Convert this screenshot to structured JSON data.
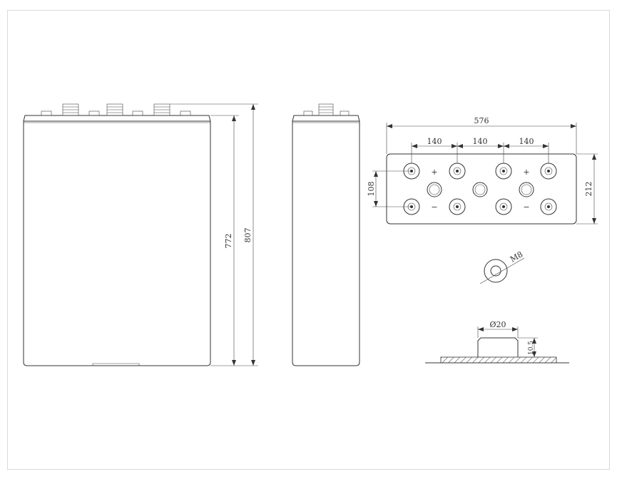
{
  "dimensions": {
    "front_inner_height": "772",
    "front_total_height": "807",
    "top_width": "576",
    "terminal_spacing_1": "140",
    "terminal_spacing_2": "140",
    "terminal_spacing_3": "140",
    "row_spacing": "108",
    "top_depth": "212",
    "thread": "M8",
    "diameter": "Ø20",
    "terminal_height": "10.5"
  },
  "polarity": {
    "plus": "+",
    "minus": "−"
  },
  "colors": {
    "line": "#333333",
    "frame": "#d9d9d9"
  }
}
